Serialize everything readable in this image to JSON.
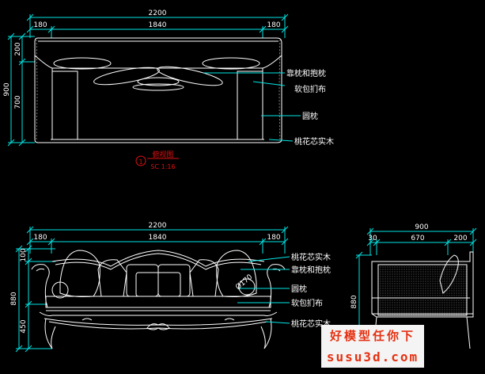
{
  "colors": {
    "background": "#000000",
    "dimension": "#00e5e5",
    "outline": "#ffffff",
    "leader": "#00e5e5",
    "title": "#e01010",
    "watermark": "#e53010"
  },
  "top_view": {
    "dims": {
      "total": "2200",
      "left": "180",
      "middle": "1840",
      "right": "180",
      "h_top": "200",
      "h_bottom": "700",
      "h_total": "900"
    },
    "labels": [
      "靠枕和抱枕",
      "软包扪布",
      "圆枕",
      "桃花芯实木"
    ],
    "title": "俯视图",
    "scale": "SC 1:16"
  },
  "front_view": {
    "dims": {
      "total": "2200",
      "left": "180",
      "middle": "1840",
      "right": "180",
      "h_top": "100",
      "h_total": "880",
      "h_seat": "450",
      "diam": "Ø170"
    },
    "labels": [
      "桃花芯实木",
      "靠枕和抱枕",
      "圆枕",
      "软包扪布",
      "桃花芯实木"
    ]
  },
  "side_view": {
    "dims": {
      "total": "900",
      "left": "30",
      "middle": "670",
      "right": "200",
      "h_total": "880"
    }
  },
  "watermark": {
    "line1": "好模型任你下",
    "line2": "susu3d.com"
  }
}
